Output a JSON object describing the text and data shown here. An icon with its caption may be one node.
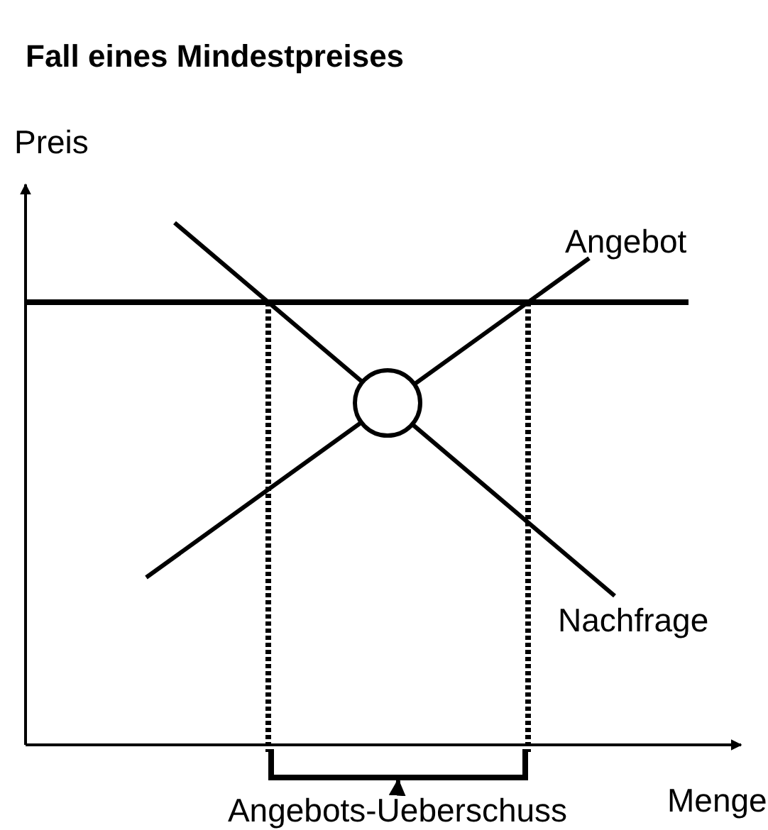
{
  "diagram": {
    "title": "Fall eines Mindestpreises",
    "nodes": [
      {
        "text": [
          "Angebots-Ueberschuss"
        ]
      },
      {
        "text": [],
        "shape": "bracket"
      }
    ],
    "edges": [
      {
        "from": 0,
        "to": 1,
        "arrow": "to"
      }
    ],
    "labels": [
      "Preis",
      "Angebot",
      "Nachfrage",
      "Menge"
    ]
  }
}
